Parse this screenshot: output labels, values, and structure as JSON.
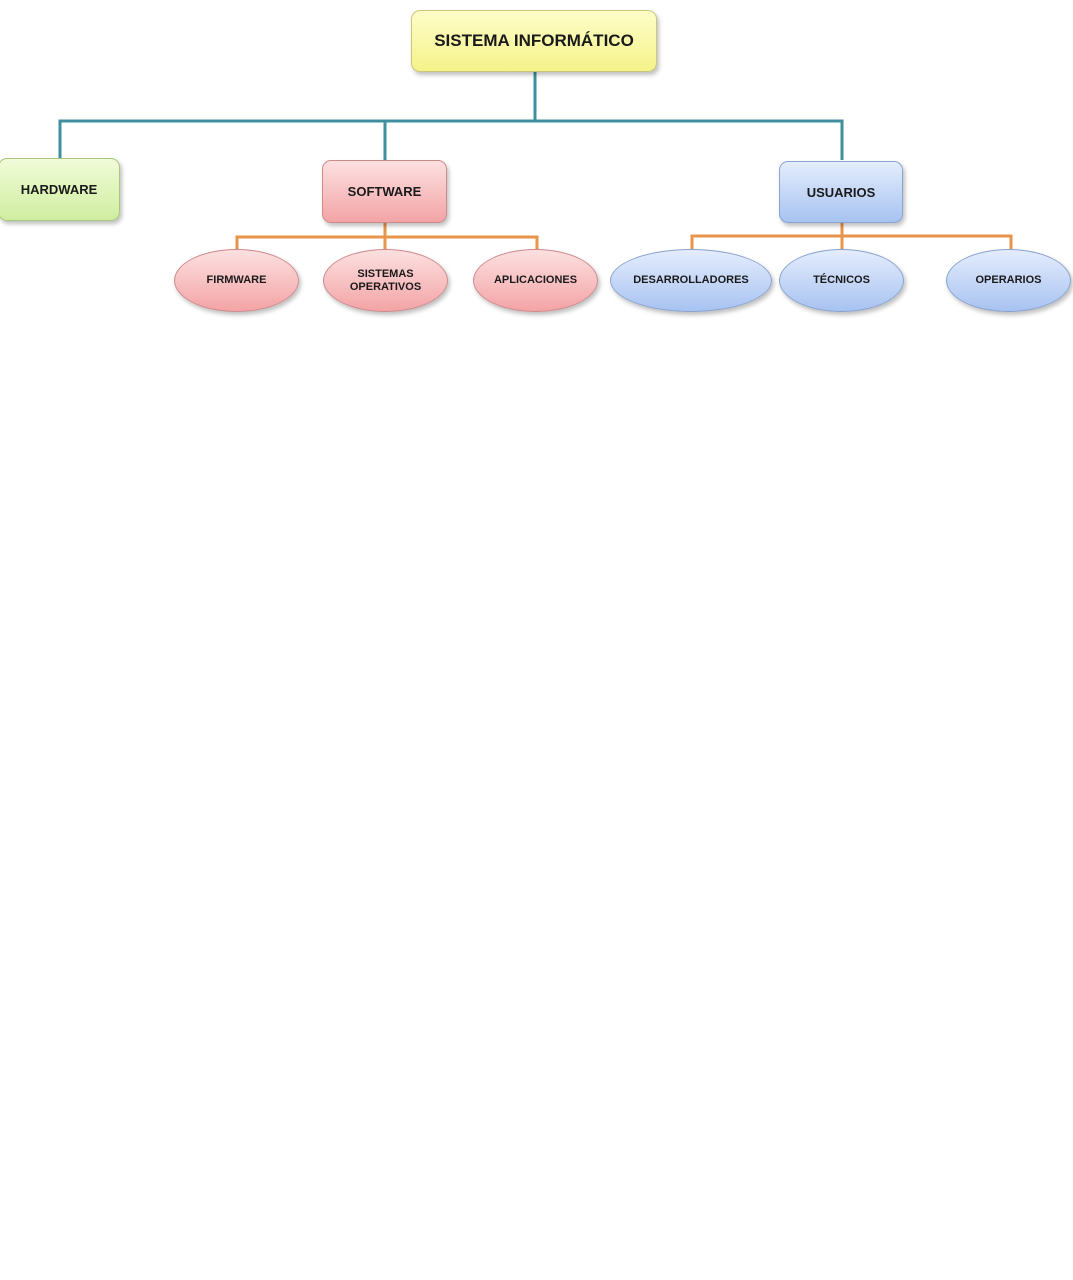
{
  "root": {
    "label": "SISTEMA INFORMÁTICO"
  },
  "branches": [
    {
      "label": "HARDWARE",
      "children": []
    },
    {
      "label": "SOFTWARE",
      "children": [
        "FIRMWARE",
        "SISTEMAS OPERATIVOS",
        "APLICACIONES"
      ]
    },
    {
      "label": "USUARIOS",
      "children": [
        "DESARROLLADORES",
        "TÉCNICOS",
        "OPERARIOS"
      ]
    }
  ],
  "colors": {
    "root": "#f5f38a",
    "hardware": "#cfeea0",
    "software": "#f3a4a6",
    "usuarios": "#a8c3f1",
    "main_connector": "#3f8f9e",
    "sub_connector": "#e8944a"
  }
}
